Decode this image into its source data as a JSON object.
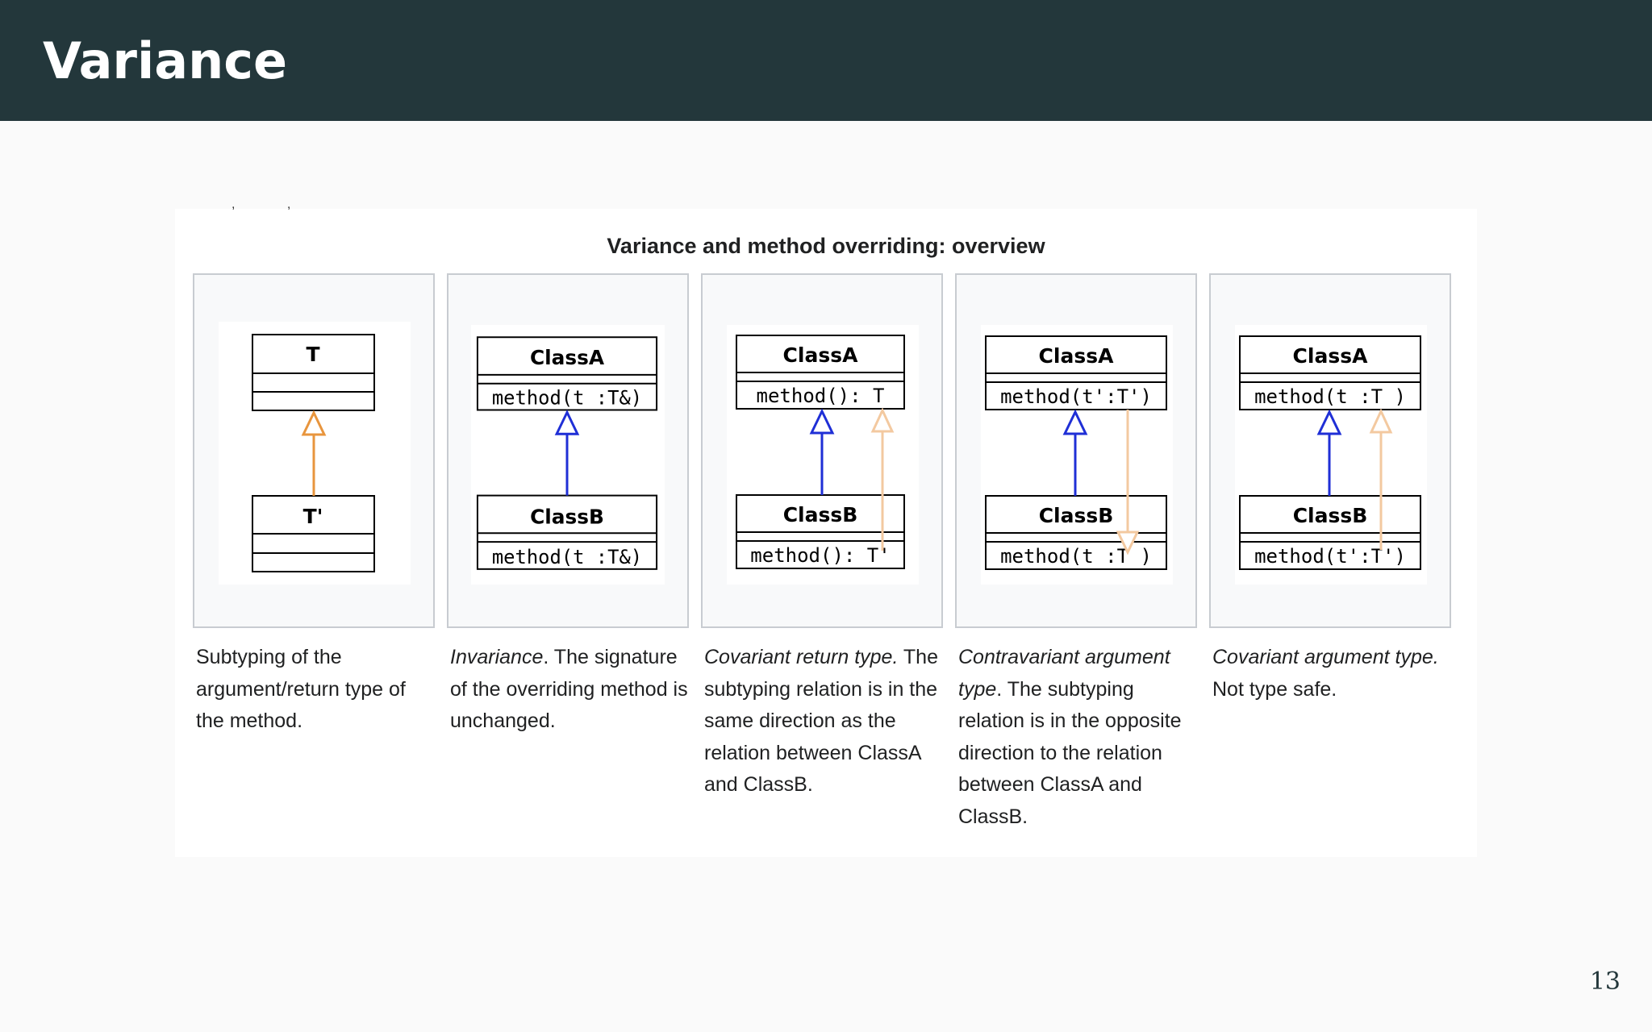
{
  "slide": {
    "title": "Variance",
    "page_number": "13"
  },
  "figure": {
    "crop_marks": ", ,",
    "title": "Variance and method overriding: overview",
    "panels": [
      {
        "top_name": "T",
        "top_method": "",
        "bottom_name": "T'",
        "bottom_method": "",
        "arrows": [
          "orange-generalization"
        ],
        "caption_em": "",
        "caption_text": "Subtyping of the argument/return type of the method."
      },
      {
        "top_name": "ClassA",
        "top_method": "method(t :T&)",
        "bottom_name": "ClassB",
        "bottom_method": "method(t :T&)",
        "arrows": [
          "blue-generalization"
        ],
        "caption_em": "Invariance",
        "caption_text": ". The signature of the overriding method is unchanged."
      },
      {
        "top_name": "ClassA",
        "top_method": "method(): T",
        "bottom_name": "ClassB",
        "bottom_method": "method(): T'",
        "arrows": [
          "blue-generalization",
          "light-orange-up"
        ],
        "caption_em": "Covariant return type.",
        "caption_text": " The subtyping relation is in the same direction as the relation between ClassA and ClassB."
      },
      {
        "top_name": "ClassA",
        "top_method": "method(t':T')",
        "bottom_name": "ClassB",
        "bottom_method": "method(t :T )",
        "arrows": [
          "blue-generalization",
          "light-orange-down"
        ],
        "caption_em": "Contravariant argument type",
        "caption_text": ". The subtyping relation is in the opposite direction to the relation between ClassA and ClassB."
      },
      {
        "top_name": "ClassA",
        "top_method": "method(t :T )",
        "bottom_name": "ClassB",
        "bottom_method": "method(t':T')",
        "arrows": [
          "blue-generalization",
          "light-orange-up"
        ],
        "caption_em": "Covariant argument type.",
        "caption_text": " Not type safe."
      }
    ]
  },
  "colors": {
    "header_bg": "#23373b",
    "blue_arrow": "#1f2fd6",
    "orange_arrow": "#e8953d",
    "light_orange_arrow": "#f3c9a0"
  }
}
